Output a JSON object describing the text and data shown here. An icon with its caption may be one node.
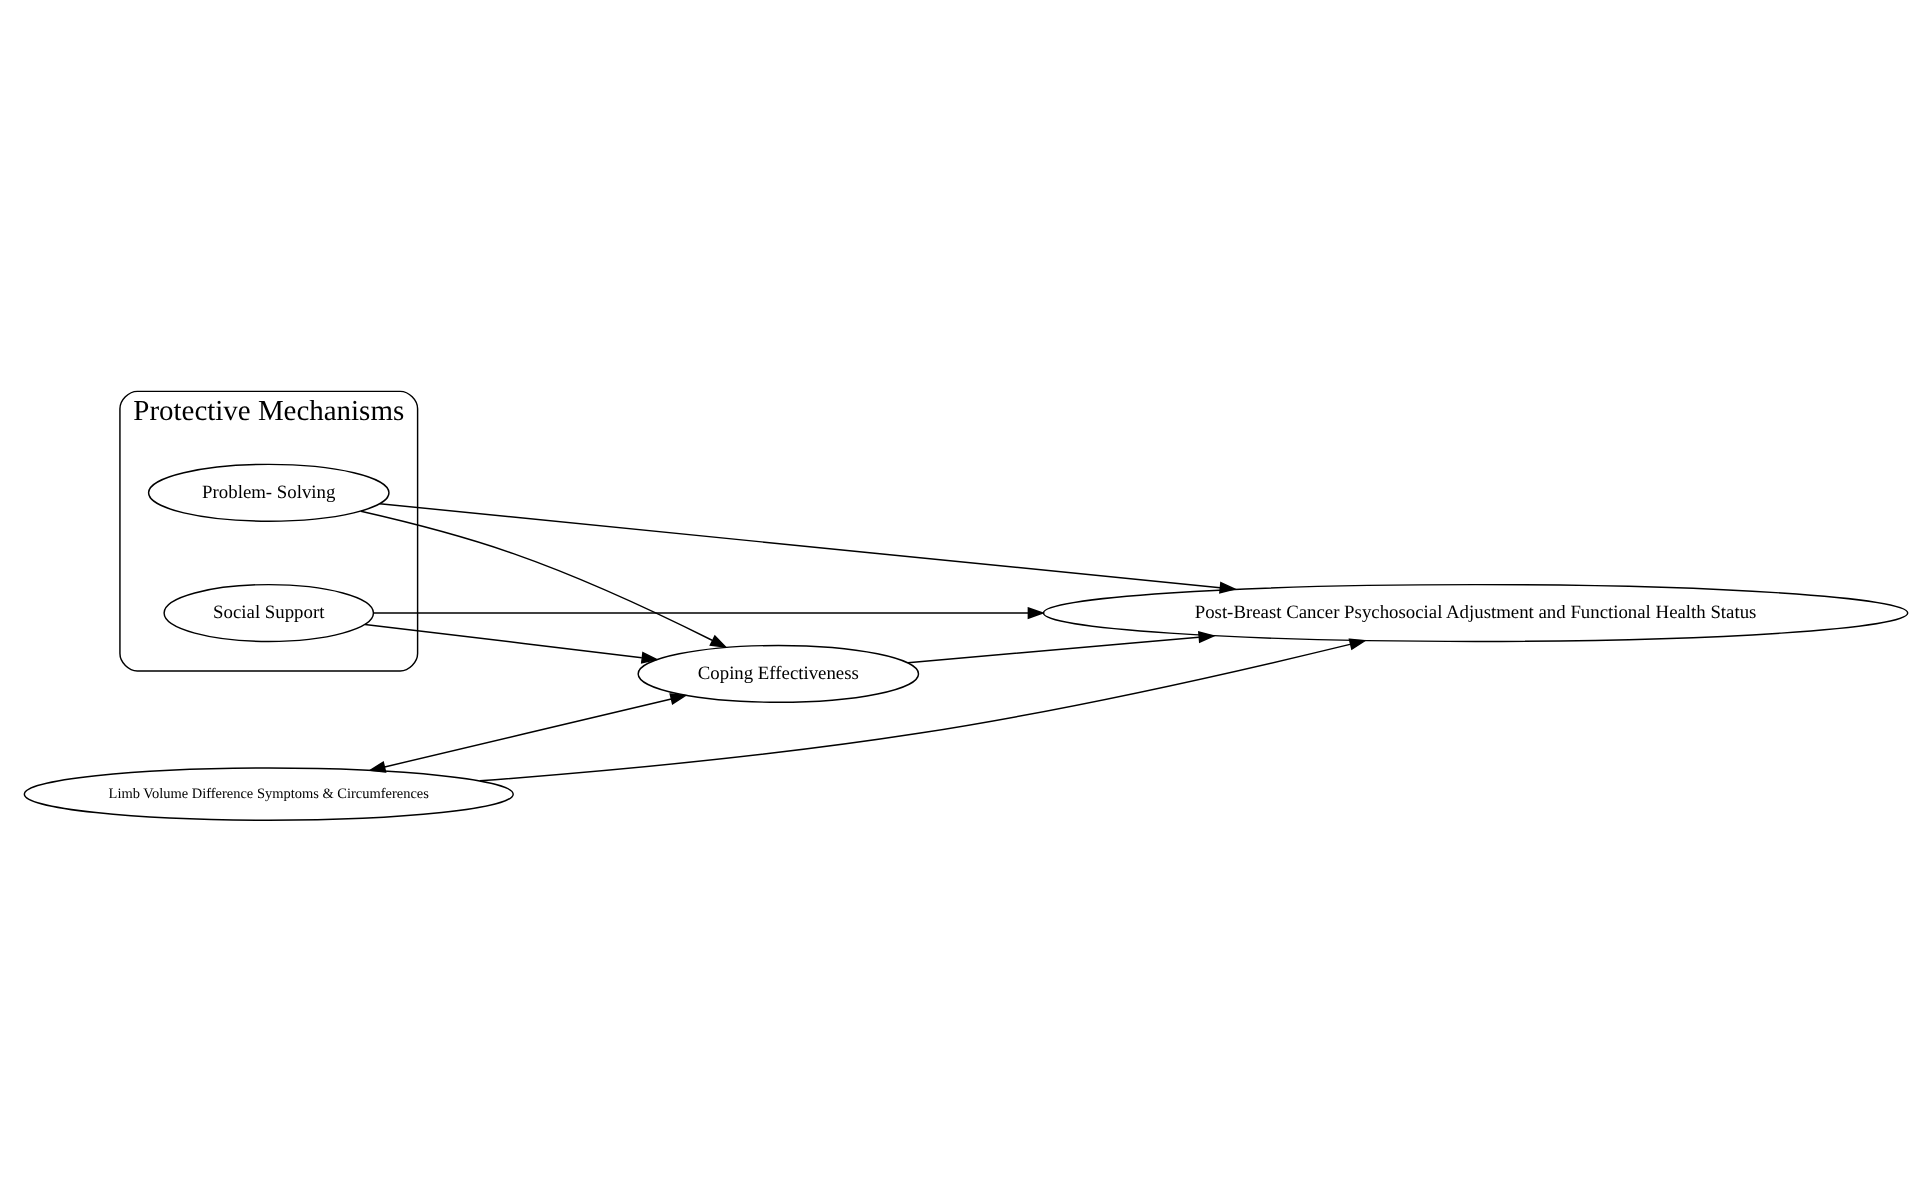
{
  "diagram": {
    "nodes": [
      {
        "text": [
          "Protective Mechanisms"
        ]
      },
      {
        "text": [
          "Problem- Solving"
        ],
        "in": 0
      },
      {
        "text": [
          "Social Support"
        ],
        "in": 0
      },
      {
        "text": [
          "Limb Volume Difference Symptoms & Circumferences"
        ]
      },
      {
        "text": [
          "Post-Breast Cancer Psychosocial Adjustment and Functional Health Status"
        ]
      },
      {
        "text": [
          "Coping Effectiveness"
        ]
      }
    ],
    "edges": [
      {
        "from": 1,
        "to": 4,
        "arrow": "to"
      },
      {
        "from": 1,
        "to": 5,
        "arrow": "to"
      },
      {
        "from": 2,
        "to": 4,
        "arrow": "to"
      },
      {
        "from": 2,
        "to": 5,
        "arrow": "to"
      },
      {
        "from": 3,
        "to": 4,
        "arrow": "to"
      },
      {
        "from": 3,
        "to": 5,
        "arrow": "both"
      },
      {
        "from": 5,
        "to": 4,
        "arrow": "to"
      }
    ]
  }
}
